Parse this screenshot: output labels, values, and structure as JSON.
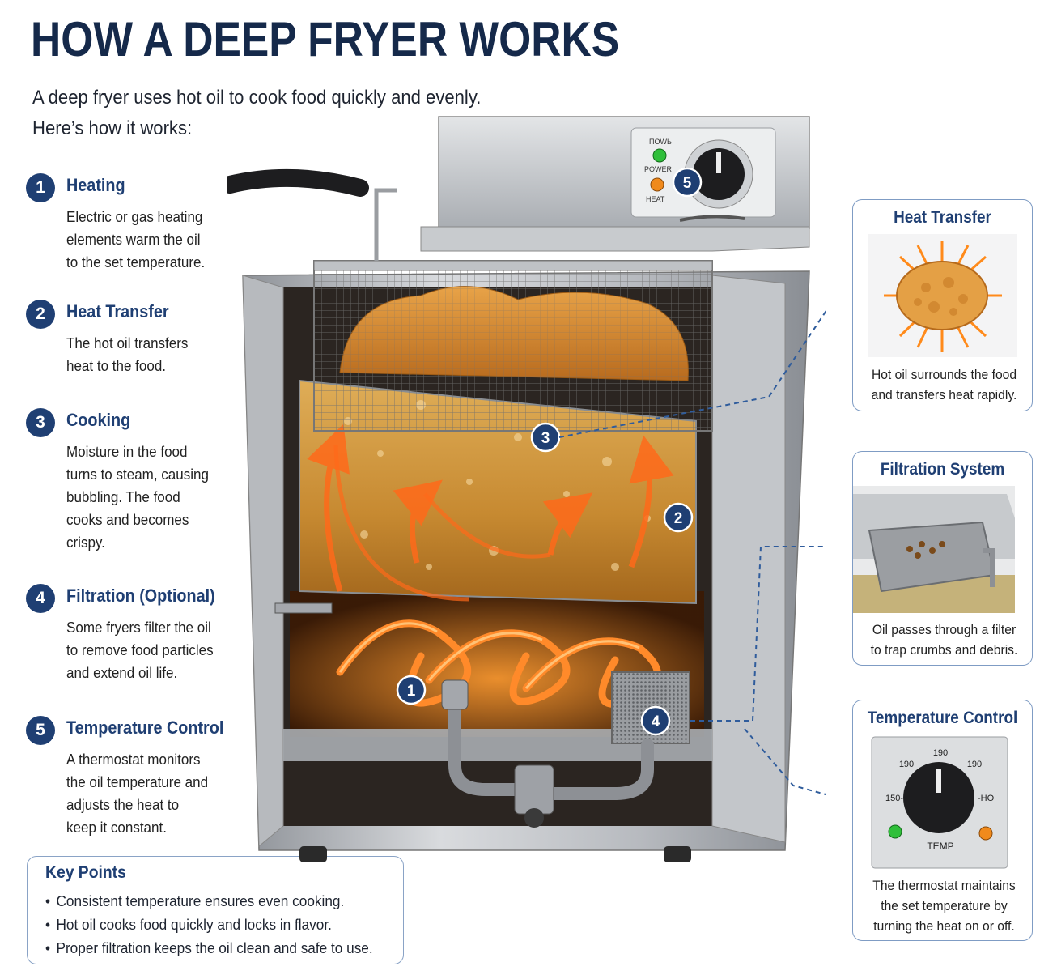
{
  "title": "HOW A DEEP FRYER WORKS",
  "intro": {
    "line1": "A deep fryer uses hot oil to cook food quickly and evenly.",
    "line2": "Here’s how it works:"
  },
  "steps": [
    {
      "num": "1",
      "title": "Heating",
      "lines": [
        "Electric or gas heating",
        "elements warm the oil",
        "to the set temperature."
      ]
    },
    {
      "num": "2",
      "title": "Heat Transfer",
      "lines": [
        "The hot oil transfers",
        "heat to the food."
      ]
    },
    {
      "num": "3",
      "title": "Cooking",
      "lines": [
        "Moisture in the food",
        "turns to steam, causing",
        "bubbling. The food",
        "cooks and becomes",
        "crispy."
      ]
    },
    {
      "num": "4",
      "title": "Filtration (Optional)",
      "lines": [
        "Some fryers filter the oil",
        "to remove food particles",
        "and extend oil life."
      ]
    },
    {
      "num": "5",
      "title": "Temperature Control",
      "lines": [
        "A thermostat monitors",
        "the oil temperature and",
        "adjusts the heat to",
        "keep it constant."
      ]
    }
  ],
  "key_points": {
    "title": "Key Points",
    "items": [
      "Consistent temperature ensures even cooking.",
      "Hot oil cooks food quickly and locks in flavor.",
      "Proper filtration keeps the oil clean and safe to use."
    ]
  },
  "callouts": {
    "heat_transfer": {
      "title": "Heat Transfer",
      "lines": [
        "Hot oil surrounds the food",
        "and transfers heat rapidly."
      ]
    },
    "filtration": {
      "title": "Filtration System",
      "lines": [
        "Oil passes through a filter",
        "to trap crumbs and debris."
      ]
    },
    "temperature": {
      "title": "Temperature Control",
      "lines": [
        "The thermostat maintains",
        "the set temperature by",
        "turning the heat on or off."
      ],
      "dial_labels": {
        "top": "190",
        "upper_left": "190",
        "upper_right": "190",
        "left": "150-",
        "right": "-HO",
        "bottom": "TEMP"
      }
    }
  },
  "fryer_panel": {
    "power_label": "POWER",
    "heat_label": "HEAT",
    "top_label": "ПОWЬ"
  },
  "diagram_badges": [
    "1",
    "2",
    "3",
    "4",
    "5"
  ],
  "colors": {
    "navy": "#1f3f73",
    "title": "#15294a",
    "oil": "#d39a3a",
    "heater": "#ff7a1a",
    "steel": "#b9bcc0",
    "power_led": "#2fbf3a",
    "heat_led": "#f08a1c"
  }
}
